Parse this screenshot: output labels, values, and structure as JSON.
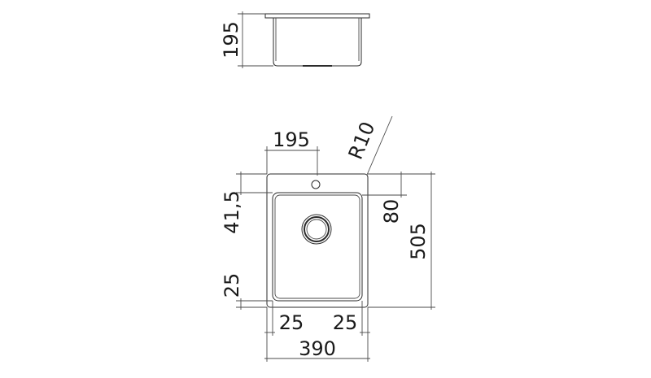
{
  "dimensions": {
    "side_depth": "195",
    "drain_offset": "195",
    "corner_radius": "R10",
    "top_margin": "41,5",
    "bottom_margin": "25",
    "left_margin": "25",
    "right_margin": "25",
    "overall_width": "390",
    "overall_length": "505",
    "tap_hole_offset": "80"
  }
}
